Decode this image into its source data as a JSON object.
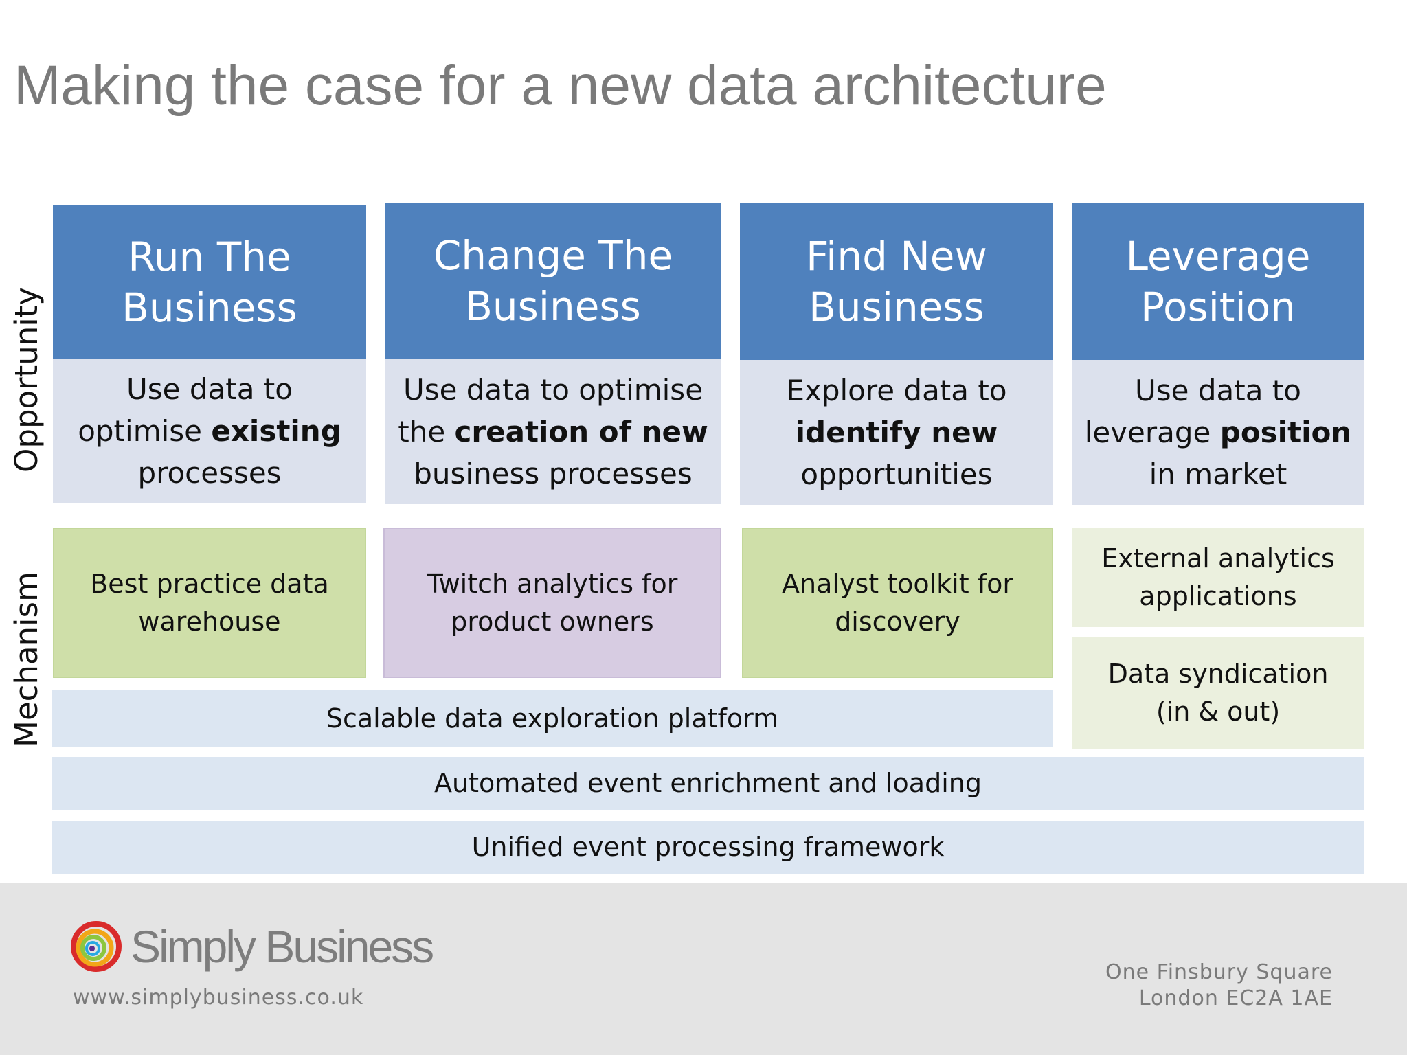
{
  "title": "Making the case for a new data architecture",
  "side_labels": {
    "opportunity": "Opportunity",
    "mechanism": "Mechanism"
  },
  "columns": [
    {
      "header": [
        "Run The",
        "Business"
      ],
      "desc": [
        [
          "Use data to"
        ],
        [
          "optimise ",
          "existing"
        ],
        [
          "processes"
        ]
      ]
    },
    {
      "header": [
        "Change The",
        "Business"
      ],
      "desc": [
        [
          "Use data to optimise"
        ],
        [
          "the ",
          "creation of new"
        ],
        [
          "business processes"
        ]
      ]
    },
    {
      "header": [
        "Find New",
        "Business"
      ],
      "desc": [
        [
          "Explore data to"
        ],
        [
          "",
          "identify new"
        ],
        [
          "opportunities"
        ]
      ]
    },
    {
      "header": [
        "Leverage",
        "Position"
      ],
      "desc": [
        [
          "Use data to"
        ],
        [
          "leverage ",
          "position"
        ],
        [
          "in market"
        ]
      ]
    }
  ],
  "mechanisms": {
    "warehouse": [
      "Best practice data",
      "warehouse"
    ],
    "twitch": [
      "Twitch analytics for",
      "product owners"
    ],
    "toolkit": [
      "Analyst toolkit for",
      "discovery"
    ],
    "external": [
      "External analytics",
      "applications"
    ],
    "syndication": [
      "Data syndication",
      "(in & out)"
    ],
    "platform": "Scalable data exploration platform",
    "enrichment": "Automated event enrichment and loading",
    "framework": "Unified event processing framework"
  },
  "footer": {
    "brand": "Simply Business",
    "url": "www.simplybusiness.co.uk",
    "address": [
      "One Finsbury Square",
      "London EC2A 1AE"
    ]
  }
}
